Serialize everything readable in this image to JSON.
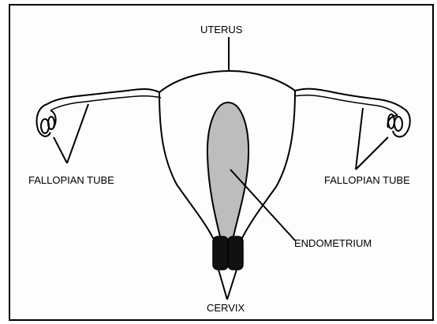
{
  "labels": {
    "uterus": "UTERUS",
    "fallopian_left": "FALLOPIAN TUBE",
    "fallopian_right": "FALLOPIAN TUBE",
    "endometrium": "ENDOMETRIUM",
    "cervix": "CERVIX"
  },
  "colors": {
    "outline": "#000000",
    "endometrium_fill": "#bdbdbd",
    "cervix_fill": "#111111"
  }
}
